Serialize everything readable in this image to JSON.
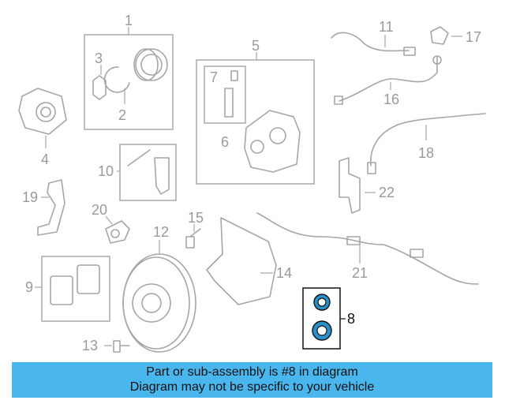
{
  "callouts": {
    "n1": "1",
    "n2": "2",
    "n3": "3",
    "n4": "4",
    "n5": "5",
    "n6": "6",
    "n7": "7",
    "n8": "8",
    "n9": "9",
    "n10": "10",
    "n11": "11",
    "n12": "12",
    "n13": "13",
    "n14": "14",
    "n15": "15",
    "n16": "16",
    "n17": "17",
    "n18": "18",
    "n19": "19",
    "n20": "20",
    "n21": "21",
    "n22": "22"
  },
  "highlighted_part": "8",
  "colors": {
    "banner": "#4ab6ee",
    "highlight": "#2a90c8",
    "part_lines": "#a6a6a6"
  },
  "banner": {
    "line1": "Part or sub-assembly is #8 in diagram",
    "line2": "Diagram may not be specific to your vehicle"
  }
}
